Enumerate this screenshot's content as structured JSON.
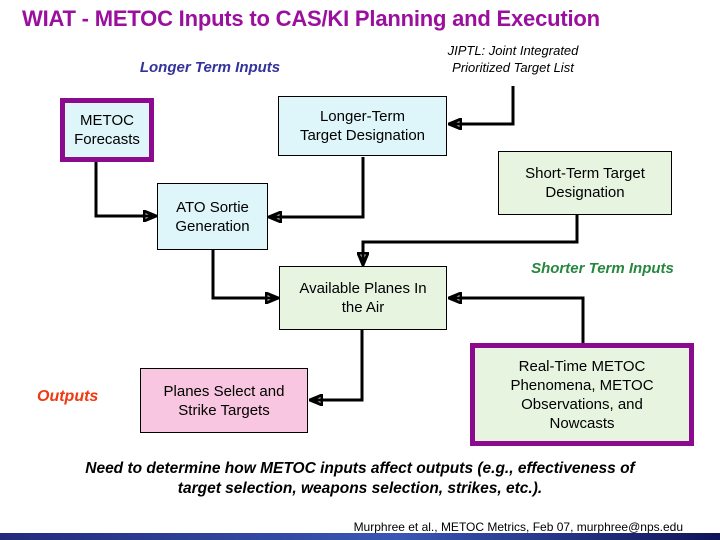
{
  "slide": {
    "title": "WIAT - METOC Inputs to CAS/KI Planning and Execution",
    "annotations": {
      "jiptl": {
        "lines": [
          "JIPTL: Joint Integrated",
          "Prioritized Target List"
        ]
      },
      "longer_term_inputs": "Longer Term Inputs",
      "shorter_term_inputs": "Shorter Term Inputs",
      "outputs": "Outputs",
      "bottom_note": {
        "lines": [
          "Need to determine how METOC inputs affect outputs (e.g., effectiveness of",
          "target selection, weapons selection, strikes, etc.)."
        ]
      },
      "credit": "Murphree et al., METOC Metrics, Feb 07, murphree@nps.edu"
    },
    "boxes": {
      "metoc_forecasts": {
        "lines": [
          "METOC",
          "Forecasts"
        ]
      },
      "longer_term_target": {
        "lines": [
          "Longer-Term",
          "Target Designation"
        ]
      },
      "short_term_target": {
        "lines": [
          "Short-Term Target",
          "Designation"
        ]
      },
      "ato_sortie": {
        "lines": [
          "ATO Sortie",
          "Generation"
        ]
      },
      "available_planes": {
        "lines": [
          "Available Planes In",
          "the Air"
        ]
      },
      "planes_select": {
        "lines": [
          "Planes Select and",
          "Strike Targets"
        ]
      },
      "real_time_metoc": {
        "lines": [
          "Real-Time METOC",
          "Phenomena, METOC",
          "Observations, and",
          "Nowcasts"
        ]
      }
    },
    "colors": {
      "title": "#9A0F9E",
      "longer_term_inputs_label": "#33339B",
      "shorter_term_inputs_label": "#28873F",
      "outputs_label": "#F1380F",
      "cyan_box_fill": "#DEF5F9",
      "green_box_fill": "#E6F4E0",
      "pink_box_fill": "#F8C6E0",
      "highlight_border": "#8C0A8E",
      "arrow": "#000000"
    }
  }
}
